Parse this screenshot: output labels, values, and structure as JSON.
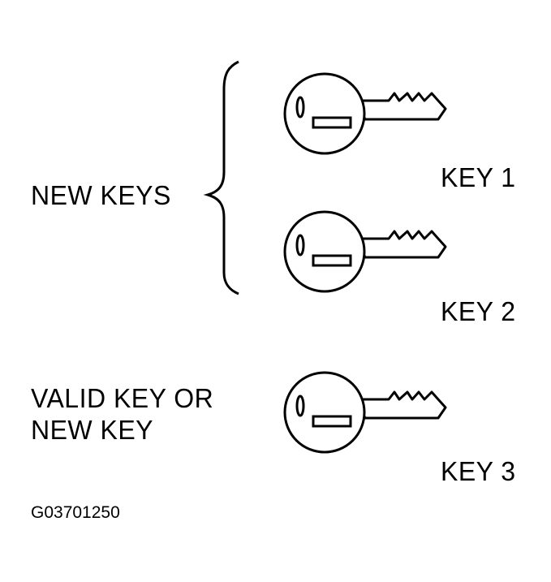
{
  "labels": {
    "new_keys": "NEW KEYS",
    "key_1": "KEY 1",
    "key_2": "KEY 2",
    "valid_key_line1": "VALID KEY OR",
    "valid_key_line2": "NEW KEY",
    "key_3": "KEY 3",
    "figure_id": "G03701250"
  },
  "icons": {
    "key": "key-icon",
    "bracket": "curly-brace"
  },
  "colors": {
    "ink": "#000000",
    "background": "#ffffff"
  }
}
